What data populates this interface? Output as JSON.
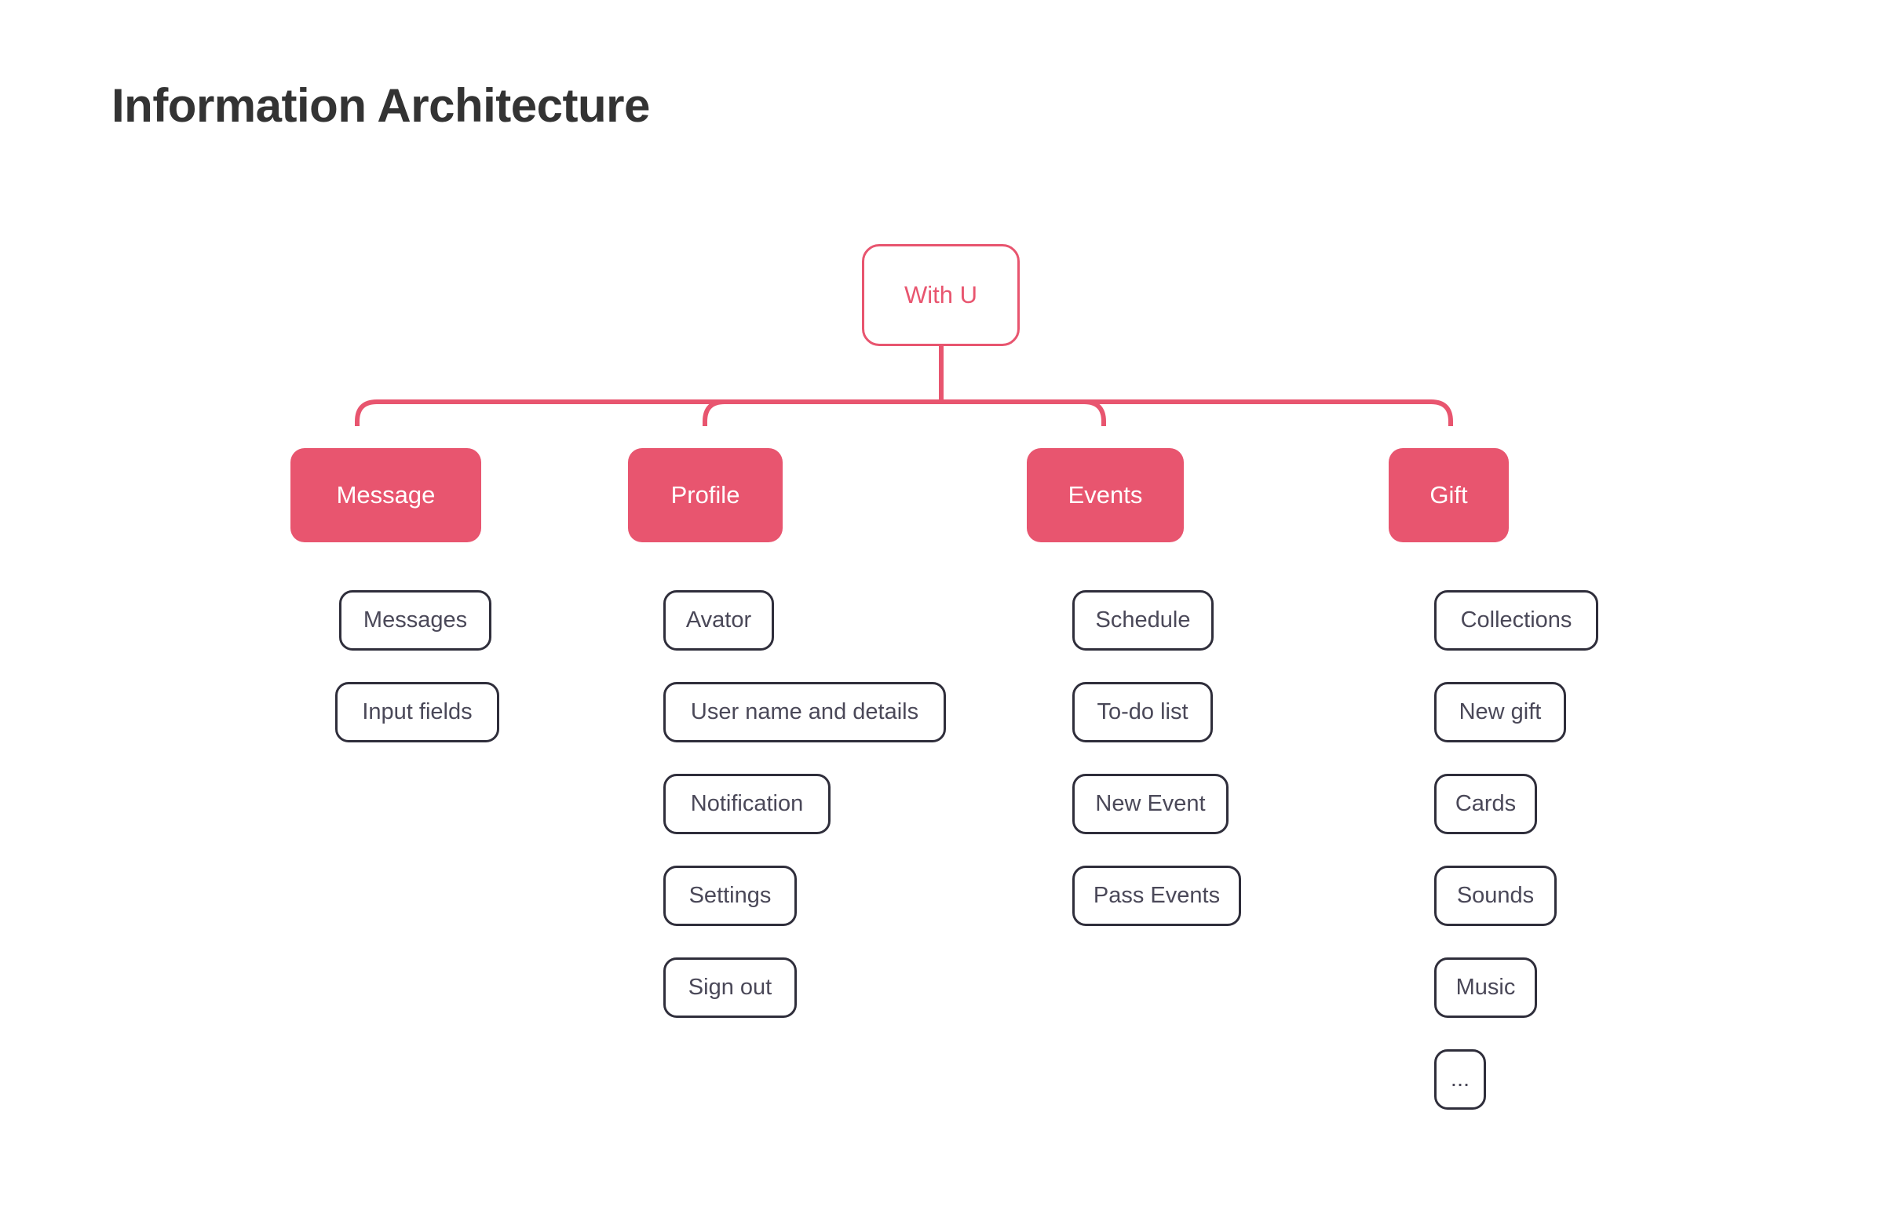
{
  "page": {
    "title": "Information Architecture",
    "background_color": "#ffffff",
    "title_color": "#333333"
  },
  "theme": {
    "accent_pink": "#E8556F",
    "leaf_border": "#2F2E3B",
    "leaf_text": "#4A4858",
    "section_text": "#ffffff"
  },
  "chart_data": {
    "type": "diagram",
    "diagram_type": "tree",
    "title": "Information Architecture",
    "root": {
      "label": "With U"
    },
    "branches": [
      {
        "label": "Message",
        "children": [
          {
            "label": "Messages"
          },
          {
            "label": "Input fields"
          }
        ]
      },
      {
        "label": "Profile",
        "children": [
          {
            "label": "Avator"
          },
          {
            "label": "User name and details"
          },
          {
            "label": "Notification"
          },
          {
            "label": "Settings"
          },
          {
            "label": "Sign out"
          }
        ]
      },
      {
        "label": "Events",
        "children": [
          {
            "label": "Schedule"
          },
          {
            "label": "To-do list"
          },
          {
            "label": "New Event"
          },
          {
            "label": "Pass Events"
          }
        ]
      },
      {
        "label": "Gift",
        "children": [
          {
            "label": "Collections"
          },
          {
            "label": "New gift"
          },
          {
            "label": "Cards"
          },
          {
            "label": "Sounds"
          },
          {
            "label": "Music"
          },
          {
            "label": "..."
          }
        ]
      }
    ]
  },
  "tree": {
    "root": {
      "label": "With U"
    },
    "branches": [
      {
        "label": "Message",
        "children": [
          "Messages",
          "Input fields"
        ]
      },
      {
        "label": "Profile",
        "children": [
          "Avator",
          "User name and details",
          "Notification",
          "Settings",
          "Sign out"
        ]
      },
      {
        "label": "Events",
        "children": [
          "Schedule",
          "To-do list",
          "New Event",
          "Pass Events"
        ]
      },
      {
        "label": "Gift",
        "children": [
          "Collections",
          "New gift",
          "Cards",
          "Sounds",
          "Music",
          "..."
        ]
      }
    ]
  }
}
